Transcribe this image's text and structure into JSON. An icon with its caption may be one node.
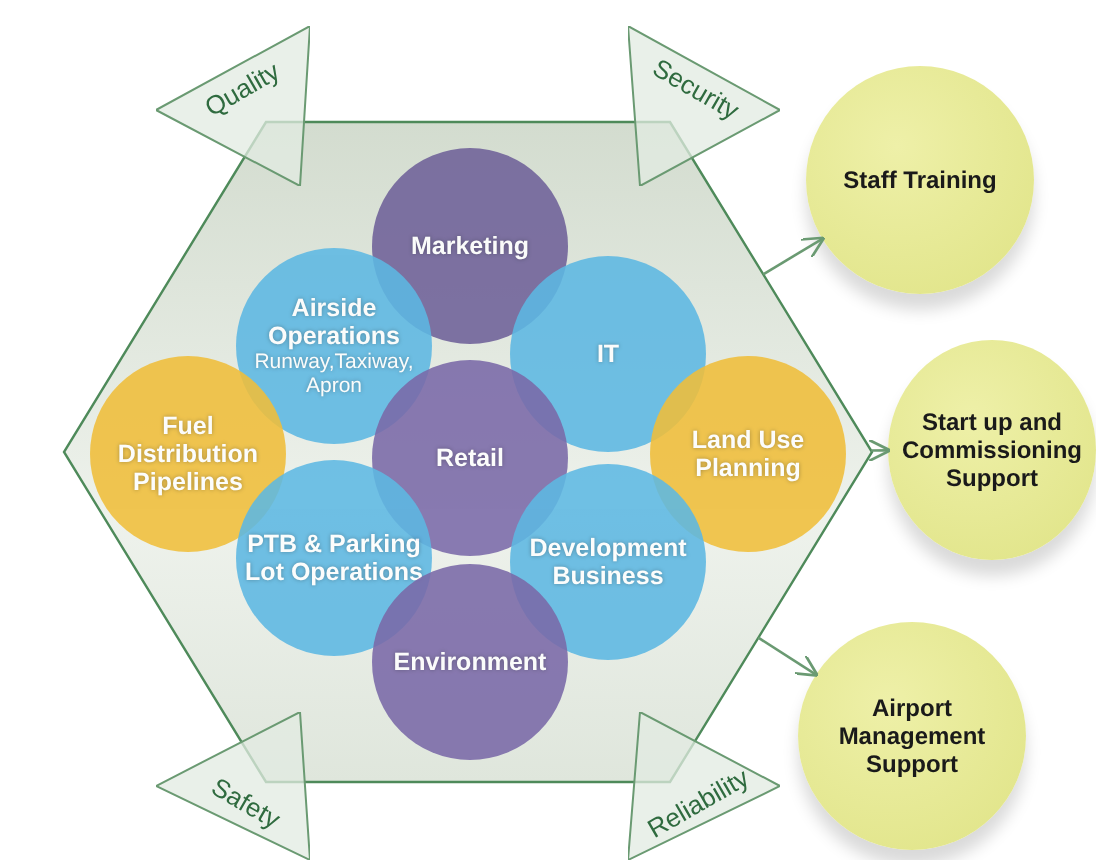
{
  "diagram": {
    "nodes": [
      {
        "text": [],
        "shape": "hexagon"
      },
      {
        "text": [
          "Quality"
        ]
      },
      {
        "text": [
          "Security"
        ]
      },
      {
        "text": [
          "Staff Training"
        ]
      },
      {
        "text": [
          "Marketing"
        ],
        "in": 0
      },
      {
        "text": [
          "Airside Operations",
          "Runway,Taxiway, Apron"
        ],
        "in": 0
      },
      {
        "text": [
          "IT"
        ],
        "in": 0
      },
      {
        "text": [
          "Fuel Distribution Pipelines"
        ],
        "in": 0
      },
      {
        "text": [
          "Retail"
        ],
        "in": 0
      },
      {
        "text": [
          "Land Use Planning"
        ],
        "in": 0
      },
      {
        "text": [
          "Start up and Commissioning Support"
        ]
      },
      {
        "text": [
          "PTB & Parking Lot Operations"
        ],
        "in": 0
      },
      {
        "text": [
          "Development Business"
        ],
        "in": 0
      },
      {
        "text": [
          "Environment"
        ],
        "in": 0
      },
      {
        "text": [
          "Airport Management Support"
        ]
      },
      {
        "text": [
          "Safety"
        ]
      },
      {
        "text": [
          "Reliability"
        ]
      }
    ],
    "edges": [
      {
        "from": 0,
        "to": 3,
        "arrow": "to"
      },
      {
        "from": 0,
        "to": 10,
        "arrow": "to"
      },
      {
        "from": 0,
        "to": 14,
        "arrow": "to"
      }
    ]
  }
}
